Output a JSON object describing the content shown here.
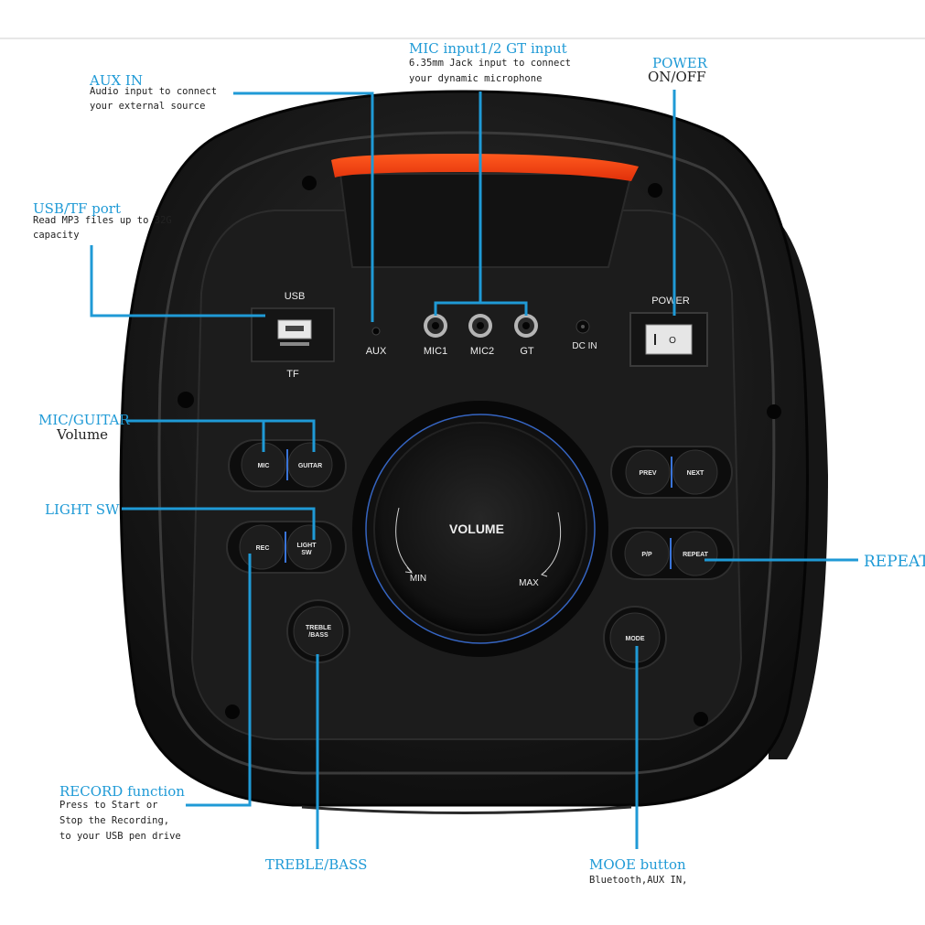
{
  "colors": {
    "accent": "#1f9ad6",
    "handle_light": "#ff4a1a",
    "body": "#1a1a1a"
  },
  "callouts": {
    "aux_in": {
      "title": "AUX IN",
      "desc1": "Audio input to connect",
      "desc2": "your external source"
    },
    "usb_tf": {
      "title": "USB/TF port",
      "desc1": "Read MP3 files up to 32G",
      "desc2": "capacity"
    },
    "mic_input": {
      "title": "MIC input1/2 GT input",
      "desc1": "6.35mm Jack input to connect",
      "desc2": "your dynamic microphone"
    },
    "power": {
      "title": "POWER",
      "desc": "ON/OFF"
    },
    "mic_guitar": {
      "title": "MIC/GUITAR",
      "desc": "Volume"
    },
    "light_sw": {
      "title": "LIGHT SW"
    },
    "repeat": {
      "title": "REPEAT"
    },
    "record": {
      "title": "RECORD function",
      "desc1": "Press to Start or",
      "desc2": "Stop the Recording,",
      "desc3": "to your USB pen drive"
    },
    "treble_bass": {
      "title": "TREBLE/BASS"
    },
    "mode": {
      "title": "MOOE button",
      "desc": "Bluetooth,AUX IN,"
    }
  },
  "panel": {
    "usb": "USB",
    "tf": "TF",
    "aux": "AUX",
    "mic1": "MIC1",
    "mic2": "MIC2",
    "gt": "GT",
    "dc_in": "DC IN",
    "power": "POWER",
    "power_switch": "O",
    "volume": "VOLUME",
    "min": "MIN",
    "max": "MAX",
    "buttons": {
      "mic": "MIC",
      "guitar": "GUITAR",
      "rec": "REC",
      "light": "LIGHT",
      "sw": "SW",
      "treble": "TREBLE",
      "bass": "/BASS",
      "prev": "PREV",
      "next": "NEXT",
      "pp": "P/P",
      "repeat": "REPEAT",
      "mode": "MODE"
    }
  }
}
